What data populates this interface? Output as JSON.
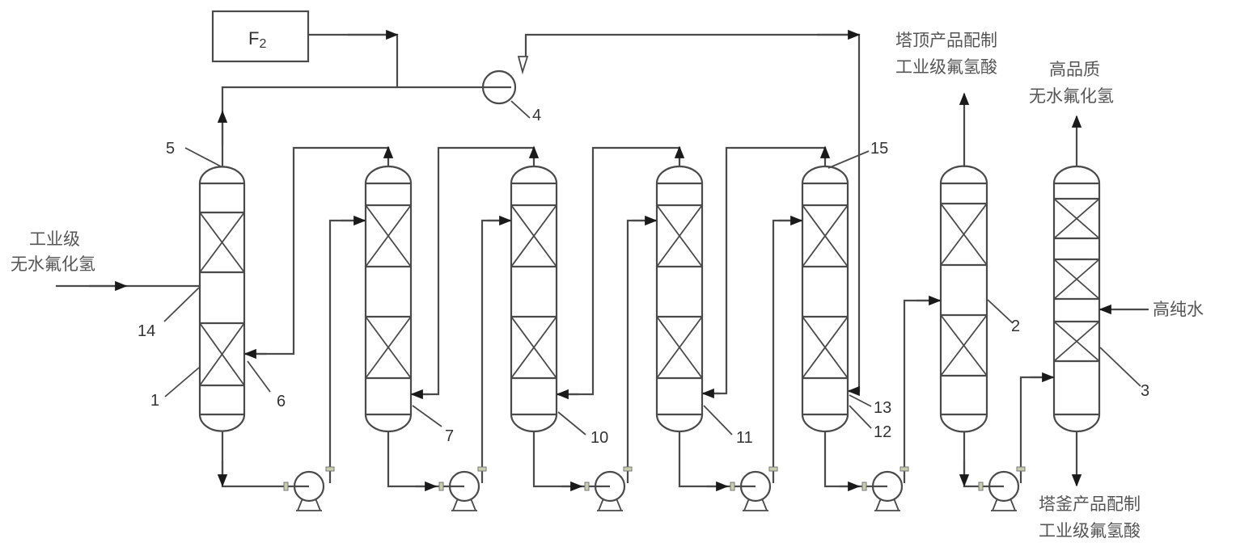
{
  "diagram": {
    "title": "",
    "fluorine_box": {
      "label": "F",
      "subscript": "2"
    },
    "feed": {
      "line1": "工业级",
      "line2": "无水氟化氢"
    },
    "top_product_2": {
      "line1": "塔顶产品配制",
      "line2": "工业级氟氢酸"
    },
    "top_product_3": {
      "line1": "高品质",
      "line2": "无水氟化氢"
    },
    "bottom_product_3": {
      "line1": "塔釜产品配制",
      "line2": "工业级氟氢酸"
    },
    "water_feed": "高纯水",
    "numbers": {
      "n1": "1",
      "n2": "2",
      "n3": "3",
      "n4": "4",
      "n5": "5",
      "n6": "6",
      "n7": "7",
      "n10": "10",
      "n11": "11",
      "n12": "12",
      "n13": "13",
      "n14": "14",
      "n15": "15"
    },
    "columns": [
      {
        "id": "1",
        "packed_sections": 2
      },
      {
        "id": "7",
        "packed_sections": 2
      },
      {
        "id": "10",
        "packed_sections": 2
      },
      {
        "id": "11",
        "packed_sections": 2
      },
      {
        "id": "12",
        "packed_sections": 2
      },
      {
        "id": "2",
        "packed_sections": 2
      },
      {
        "id": "3",
        "packed_sections": 3
      }
    ],
    "pumps_count": 6,
    "compressor": "4"
  }
}
